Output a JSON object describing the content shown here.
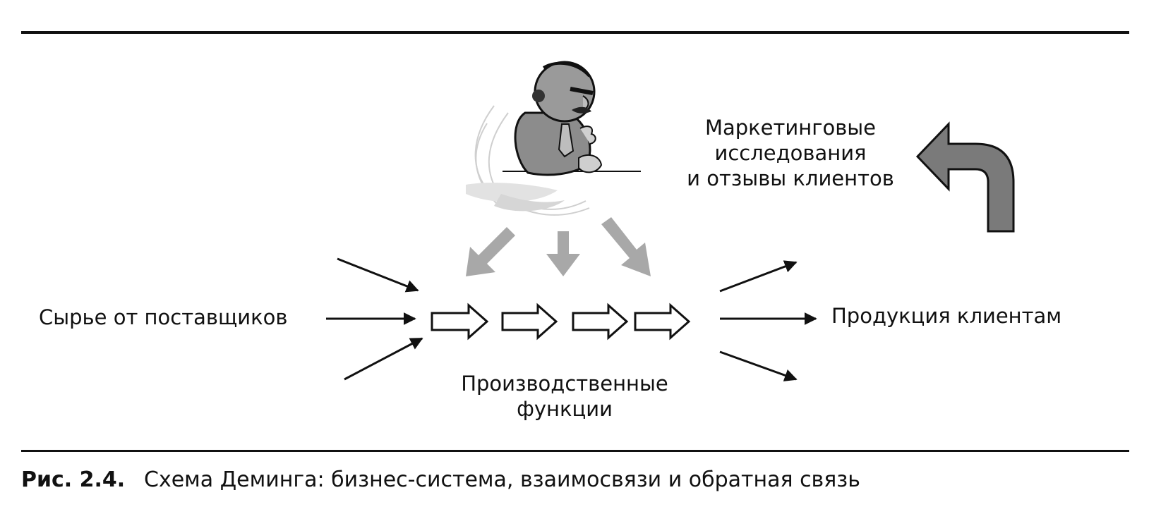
{
  "diagram": {
    "input_label": "Сырье от поставщиков",
    "output_label": "Продукция клиентам",
    "functions_label": [
      "Производственные",
      "функции"
    ],
    "feedback_label": [
      "Маркетинговые",
      "исследования",
      "и отзывы клиентов"
    ]
  },
  "caption": {
    "number": "Рис. 2.4.",
    "text": "Схема Деминга: бизнес-система, взаимосвязи и обратная связь"
  },
  "colors": {
    "ink": "#111111",
    "grey_arrow": "#a8a8a8",
    "feedback_arrow": "#7a7a7a",
    "figure_body": "#8c8c8c"
  },
  "icons": [
    "manager-figure-icon",
    "feedback-arrow-icon"
  ]
}
